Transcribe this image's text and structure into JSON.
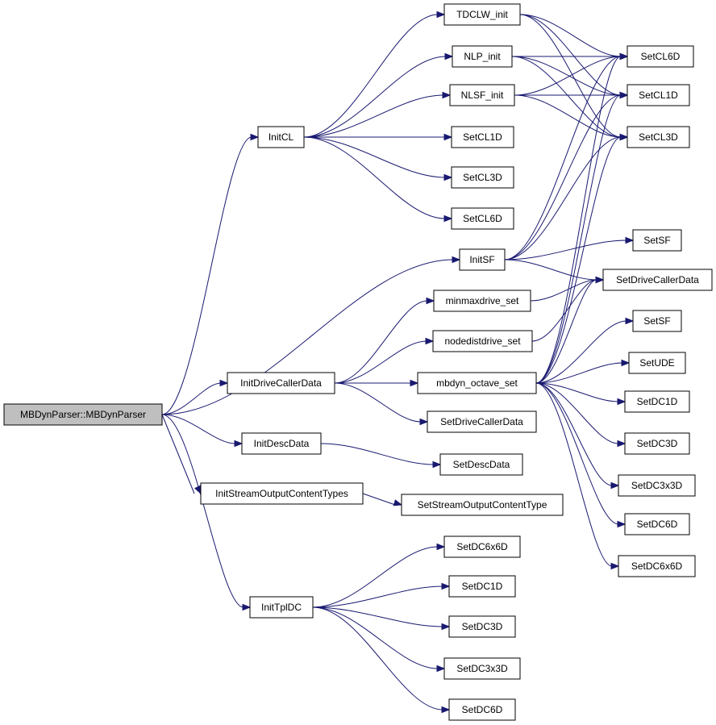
{
  "graph": {
    "edge_color": "#191970",
    "root_fill": "#bfbfbf",
    "node_fill": "#ffffff",
    "nodes": [
      {
        "id": "root",
        "label": "MBDynParser::MBDynParser",
        "root": true
      },
      {
        "id": "initcl",
        "label": "InitCL"
      },
      {
        "id": "initsf",
        "label": "InitSF"
      },
      {
        "id": "initdcd",
        "label": "InitDriveCallerData"
      },
      {
        "id": "initdesc",
        "label": "InitDescData"
      },
      {
        "id": "initstream",
        "label": "InitStreamOutputContentTypes"
      },
      {
        "id": "inittpl",
        "label": "InitTplDC"
      },
      {
        "id": "tdclw",
        "label": "TDCLW_init"
      },
      {
        "id": "nlp",
        "label": "NLP_init"
      },
      {
        "id": "nlsf",
        "label": "NLSF_init"
      },
      {
        "id": "setcl1d_a",
        "label": "SetCL1D"
      },
      {
        "id": "setcl3d_a",
        "label": "SetCL3D"
      },
      {
        "id": "setcl6d_a",
        "label": "SetCL6D"
      },
      {
        "id": "setcl6d_r",
        "label": "SetCL6D"
      },
      {
        "id": "setcl1d_r",
        "label": "SetCL1D"
      },
      {
        "id": "setcl3d_r",
        "label": "SetCL3D"
      },
      {
        "id": "setsf_1",
        "label": "SetSF"
      },
      {
        "id": "setdcd_r",
        "label": "SetDriveCallerData"
      },
      {
        "id": "minmax",
        "label": "minmaxdrive_set"
      },
      {
        "id": "nodedist",
        "label": "nodedistdrive_set"
      },
      {
        "id": "octave",
        "label": "mbdyn_octave_set"
      },
      {
        "id": "setdcd_m",
        "label": "SetDriveCallerData"
      },
      {
        "id": "setsf_2",
        "label": "SetSF"
      },
      {
        "id": "setude",
        "label": "SetUDE"
      },
      {
        "id": "setdc1d_r",
        "label": "SetDC1D"
      },
      {
        "id": "setdc3d_r",
        "label": "SetDC3D"
      },
      {
        "id": "setdc3x3d_r",
        "label": "SetDC3x3D"
      },
      {
        "id": "setdc6d_r",
        "label": "SetDC6D"
      },
      {
        "id": "setdc6x6d_r",
        "label": "SetDC6x6D"
      },
      {
        "id": "setdesc",
        "label": "SetDescData"
      },
      {
        "id": "setstream",
        "label": "SetStreamOutputContentType"
      },
      {
        "id": "setdc6x6d_t",
        "label": "SetDC6x6D"
      },
      {
        "id": "setdc1d_t",
        "label": "SetDC1D"
      },
      {
        "id": "setdc3d_t",
        "label": "SetDC3D"
      },
      {
        "id": "setdc3x3d_t",
        "label": "SetDC3x3D"
      },
      {
        "id": "setdc6d_t",
        "label": "SetDC6D"
      }
    ],
    "edges": [
      [
        "root",
        "initcl"
      ],
      [
        "root",
        "initsf"
      ],
      [
        "root",
        "initdcd"
      ],
      [
        "root",
        "initdesc"
      ],
      [
        "root",
        "initstream"
      ],
      [
        "root",
        "inittpl"
      ],
      [
        "initcl",
        "tdclw"
      ],
      [
        "initcl",
        "nlp"
      ],
      [
        "initcl",
        "nlsf"
      ],
      [
        "initcl",
        "setcl1d_a"
      ],
      [
        "initcl",
        "setcl3d_a"
      ],
      [
        "initcl",
        "setcl6d_a"
      ],
      [
        "tdclw",
        "setcl6d_r"
      ],
      [
        "tdclw",
        "setcl1d_r"
      ],
      [
        "tdclw",
        "setcl3d_r"
      ],
      [
        "nlp",
        "setcl6d_r"
      ],
      [
        "nlp",
        "setcl1d_r"
      ],
      [
        "nlp",
        "setcl3d_r"
      ],
      [
        "nlsf",
        "setcl6d_r"
      ],
      [
        "nlsf",
        "setcl1d_r"
      ],
      [
        "nlsf",
        "setcl3d_r"
      ],
      [
        "initsf",
        "setcl6d_r"
      ],
      [
        "initsf",
        "setcl1d_r"
      ],
      [
        "initsf",
        "setcl3d_r"
      ],
      [
        "initsf",
        "setsf_1"
      ],
      [
        "initsf",
        "setdcd_r"
      ],
      [
        "minmax",
        "setdcd_r"
      ],
      [
        "nodedist",
        "setdcd_r"
      ],
      [
        "initdcd",
        "minmax"
      ],
      [
        "initdcd",
        "nodedist"
      ],
      [
        "initdcd",
        "octave"
      ],
      [
        "initdcd",
        "setdcd_m"
      ],
      [
        "octave",
        "setcl6d_r"
      ],
      [
        "octave",
        "setcl1d_r"
      ],
      [
        "octave",
        "setcl3d_r"
      ],
      [
        "octave",
        "setdcd_r"
      ],
      [
        "octave",
        "setsf_2"
      ],
      [
        "octave",
        "setude"
      ],
      [
        "octave",
        "setdc1d_r"
      ],
      [
        "octave",
        "setdc3d_r"
      ],
      [
        "octave",
        "setdc3x3d_r"
      ],
      [
        "octave",
        "setdc6d_r"
      ],
      [
        "octave",
        "setdc6x6d_r"
      ],
      [
        "initdesc",
        "setdesc"
      ],
      [
        "initstream",
        "setstream"
      ],
      [
        "inittpl",
        "setdc6x6d_t"
      ],
      [
        "inittpl",
        "setdc1d_t"
      ],
      [
        "inittpl",
        "setdc3d_t"
      ],
      [
        "inittpl",
        "setdc3x3d_t"
      ],
      [
        "inittpl",
        "setdc6d_t"
      ]
    ]
  }
}
